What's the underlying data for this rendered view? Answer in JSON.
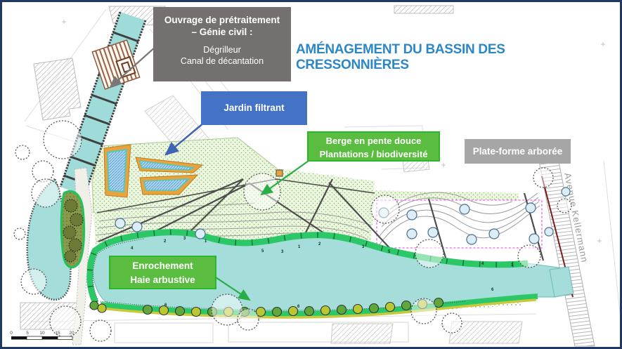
{
  "title": {
    "text": "AMÉNAGEMENT DU BASSIN DES CRESSONNIÈRES"
  },
  "callouts": {
    "pretreatment": {
      "heading_line1": "Ouvrage de prétraitement",
      "heading_line2": "– Génie civil :",
      "item1": "Dégrilleur",
      "item2": "Canal de décantation"
    },
    "jardin_filtrant": {
      "label": "Jardin filtrant"
    },
    "berge": {
      "line1": "Berge en pente douce",
      "line2": "Plantations / biodiversité"
    },
    "plateforme": {
      "label": "Plate-forme arborée"
    },
    "enrochement": {
      "line1": "Enrochement",
      "line2": "Haie arbustive"
    }
  },
  "plan": {
    "street_label": "Avenue Kellermann",
    "scale_labels": [
      "0",
      "5",
      "10",
      "15",
      "20"
    ],
    "berm_numbers": [
      "4",
      "2",
      "3",
      "1",
      "5",
      "3",
      "1",
      "2",
      "3",
      "5",
      "4",
      "1",
      "6",
      "6",
      "6"
    ]
  },
  "colors": {
    "frame_border": "#1F3864",
    "title_blue": "#2B87C6",
    "callout_gray": "#757070",
    "callout_blue": "#4472C4",
    "callout_green": "#5BBD3F",
    "callout_green_border": "#2EB52E",
    "callout_light_gray": "#A6A6A6",
    "water_cyan": "#A5DDDA",
    "bank_green": "#2CC868",
    "hedge_yellow": "#C9C93B",
    "platform_dash_pink": "#F25CF2",
    "street_red_line": "#7B1D1D",
    "grate_brown": "#8B5A3C"
  }
}
